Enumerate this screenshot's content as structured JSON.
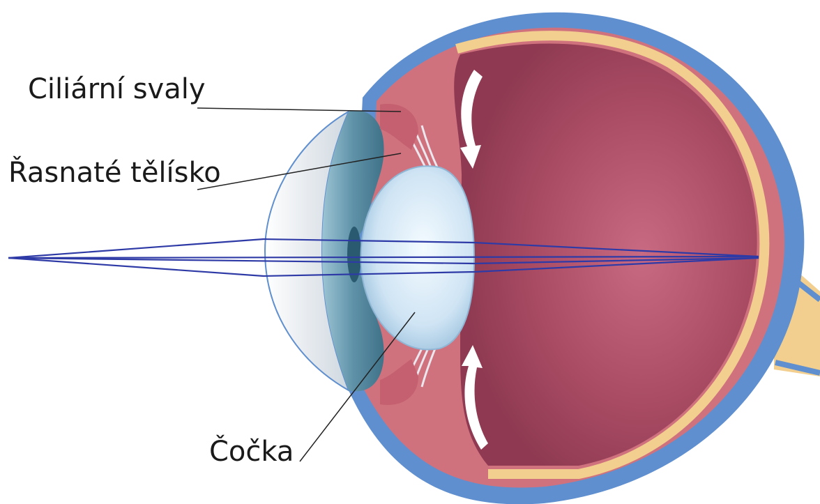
{
  "labels": {
    "ciliary_muscles": "Ciliární svaly",
    "ciliary_body": "Řasnaté tělísko",
    "lens": "Čočka"
  },
  "colors": {
    "sclera": "#5f8fcf",
    "choroid": "#d0727e",
    "retina": "#f2cf8f",
    "vitreous": "#a84b63",
    "lens": "#d4e8f6",
    "cornea": "#dde3ea",
    "iris": "#6e9fb5",
    "light_rays": "#2e3aa6"
  },
  "icons": {
    "arrow_down": "curved-arrow-down-icon",
    "arrow_up": "curved-arrow-up-icon"
  }
}
